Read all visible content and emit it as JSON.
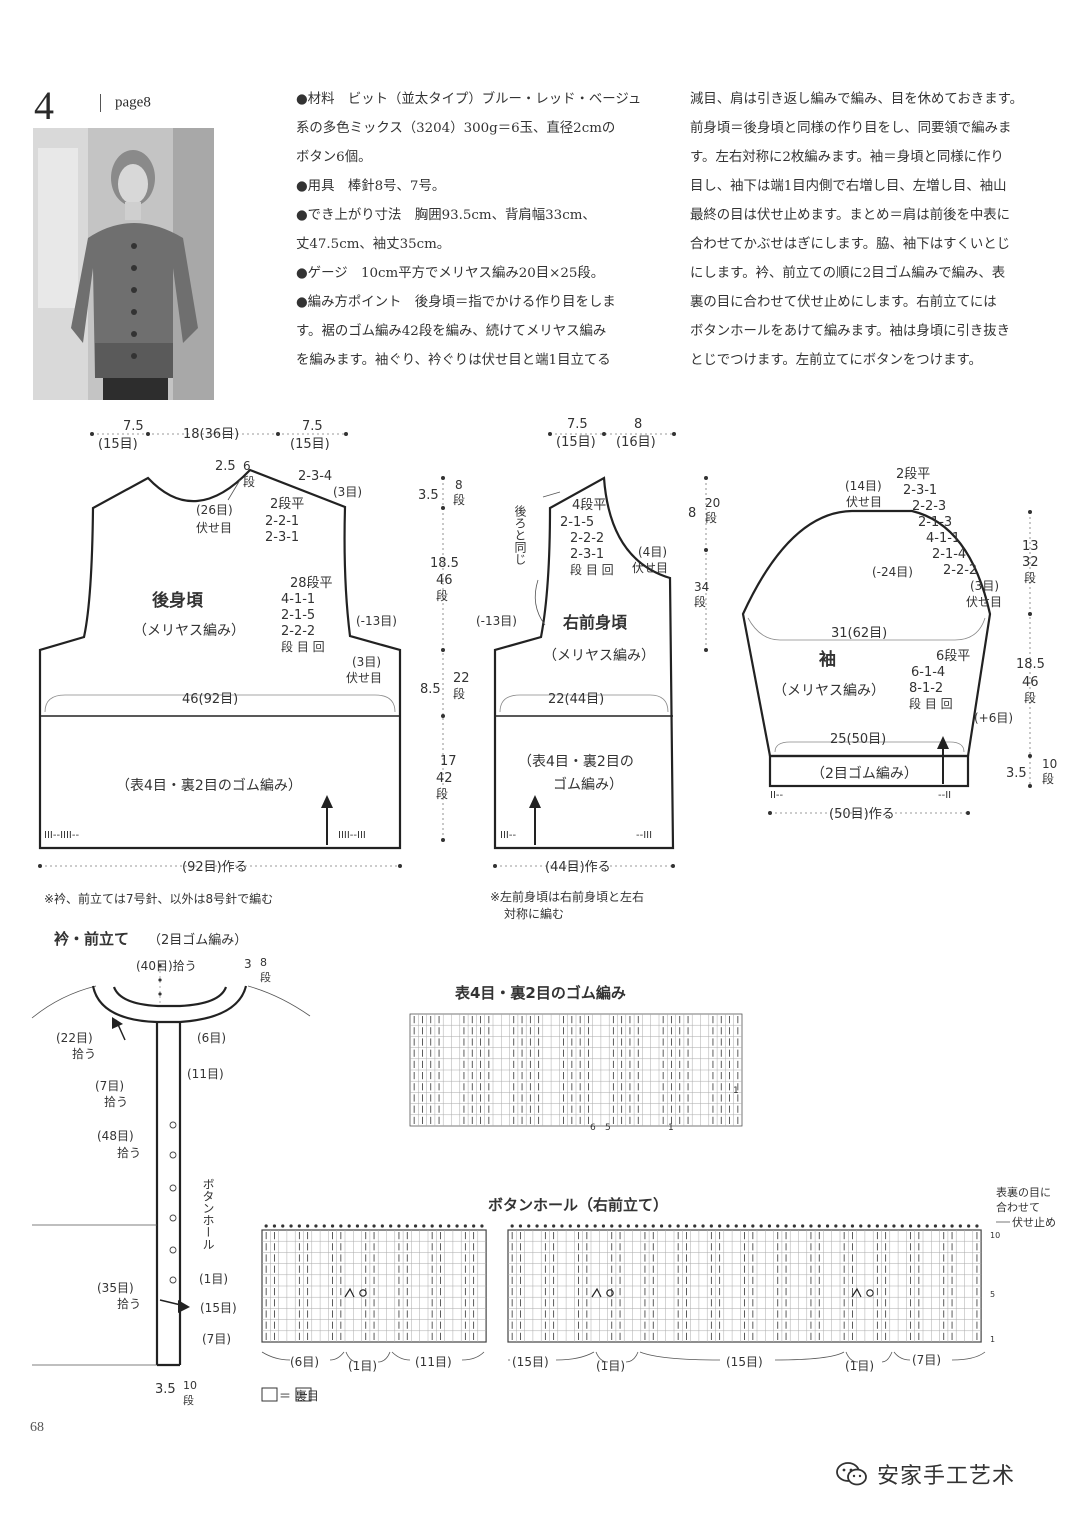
{
  "header": {
    "number": "4",
    "page_ref": "page8"
  },
  "materials": {
    "left_lines": [
      "●材料　ビット（並太タイプ）ブルー・レッド・ベージュ",
      "系の多色ミックス（3204）300g＝6玉、直径2cmの",
      "ボタン6個。",
      "●用具　棒針8号、7号。",
      "●でき上がり寸法　胸囲93.5cm、背肩幅33cm、",
      "丈47.5cm、袖丈35cm。",
      "●ゲージ　10cm平方でメリヤス編み20目×25段。",
      "●編み方ポイント　後身頃＝指でかける作り目をしま",
      "す。裾のゴム編み42段を編み、続けてメリヤス編み",
      "を編みます。袖ぐり、衿ぐりは伏せ目と端1目立てる"
    ],
    "right_lines": [
      "減目、肩は引き返し編みで編み、目を休めておきます。",
      "前身頃＝後身頃と同様の作り目をし、同要領で編みま",
      "す。左右対称に2枚編みます。袖＝身頃と同様に作り",
      "目し、袖下は端1目内側で右増し目、左増し目、袖山",
      "最終の目は伏せ止めます。まとめ＝肩は前後を中表に",
      "合わせてかぶせはぎにします。脇、袖下はすくいとじ",
      "にします。衿、前立ての順に2目ゴム編みで編み、表",
      "裏の目に合わせて伏せ止めにします。右前立てには",
      "ボタンホールをあけて編みます。袖は身頃に引き抜き",
      "とじでつけます。左前立てにボタンをつけます。"
    ]
  },
  "back": {
    "title": "後身頃",
    "subtitle": "（メリヤス編み）",
    "rib": "（表4目・裏2目のゴム編み）",
    "top_dims": [
      "7.5",
      "(15目)",
      "18(36目)",
      "7.5",
      "(15目)"
    ],
    "neck": [
      "2.5",
      "6",
      "段",
      "(26目)",
      "伏せ目",
      "2段平",
      "2-2-1",
      "2-3-1"
    ],
    "shoulder": [
      "2-3-4",
      "(3目)"
    ],
    "armhole": [
      "28段平",
      "4-1-1",
      "2-1-5",
      "2-2-2",
      "段 目 回",
      "(-13目)",
      "(3目)",
      "伏せ目"
    ],
    "width": "46(92目)",
    "cast_on": "(92目)作る",
    "marks_left": "III--IIII--",
    "marks_right": "IIII--III"
  },
  "side_dims": {
    "a": [
      "3.5",
      "8",
      "段"
    ],
    "b": [
      "18.5",
      "46",
      "段"
    ],
    "c": [
      "8.5",
      "22",
      "段"
    ],
    "d": [
      "17",
      "42",
      "段"
    ]
  },
  "front": {
    "title": "右前身頃",
    "subtitle": "（メリヤス編み）",
    "rib": [
      "（表4目・裏2目の",
      "ゴム編み）"
    ],
    "top_dims": [
      "7.5",
      "(15目)",
      "8",
      "(16目)"
    ],
    "same": "後ろと同じ",
    "neck": [
      "4段平",
      "2-1-5",
      "2-2-2",
      "2-3-1",
      "段 目 回",
      "(4目)",
      "伏せ目"
    ],
    "armhole": "(-13目)",
    "width": "22(44目)",
    "cast_on": "(44目)作る",
    "right_dims": [
      "8",
      "20",
      "段",
      "34",
      "段"
    ],
    "marks_left": "III--",
    "marks_right": "--III"
  },
  "sleeve": {
    "title": "袖",
    "subtitle": "（メリヤス編み）",
    "rib": "（2目ゴム編み）",
    "cap": [
      "(14目)",
      "伏せ目",
      "2段平",
      "2-3-1",
      "2-2-3",
      "2-1-3",
      "4-1-1",
      "2-1-4",
      "2-2-2",
      "(3目)",
      "伏せ目",
      "(-24目)"
    ],
    "width_top": "31(62目)",
    "inc": [
      "6段平",
      "6-1-4",
      "8-1-2",
      "段 目 回",
      "(+6目)"
    ],
    "width_bottom": "25(50目)",
    "cast_on": "(50目)作る",
    "right_dims": [
      "13",
      "32",
      "段",
      "18.5",
      "46",
      "段",
      "3.5",
      "10",
      "段"
    ],
    "marks_left": "II--",
    "marks_right": "--II"
  },
  "notes": {
    "needles": "※衿、前立ては7号針、以外は8号針で編む",
    "left_front": [
      "※左前身頃は右前身頃と左右",
      "対称に編む"
    ]
  },
  "collar": {
    "title": "衿・前立て",
    "title_paren": "（2目ゴム編み）",
    "labels": [
      "(40目)拾う",
      "3",
      "8",
      "段",
      "(22目)",
      "拾う",
      "(6目)",
      "(7目)",
      "拾う",
      "(11目)",
      "(48目)",
      "拾う",
      "ボタンホール",
      "(1目)",
      "(35目)",
      "拾う",
      "(15目)",
      "(7目)",
      "3.5",
      "10",
      "段"
    ]
  },
  "rib_chart": {
    "title": "表4目・裏2目のゴム編み",
    "numbers": [
      "6",
      "5",
      "1",
      "1"
    ]
  },
  "buttonhole_chart": {
    "title": "ボタンホール（右前立て）",
    "note": [
      "表裏の目に",
      "合わせて",
      "伏せ止め"
    ],
    "rows": [
      "10",
      "5",
      "1"
    ],
    "bottom": [
      "(6目)",
      "(1目)",
      "(11目)",
      "(15目)",
      "(1目)",
      "(15目)",
      "(1目)",
      "(7目)"
    ],
    "legend": "＝ 裏目"
  },
  "footer": {
    "page": "68",
    "watermark": "安家手工艺术"
  }
}
